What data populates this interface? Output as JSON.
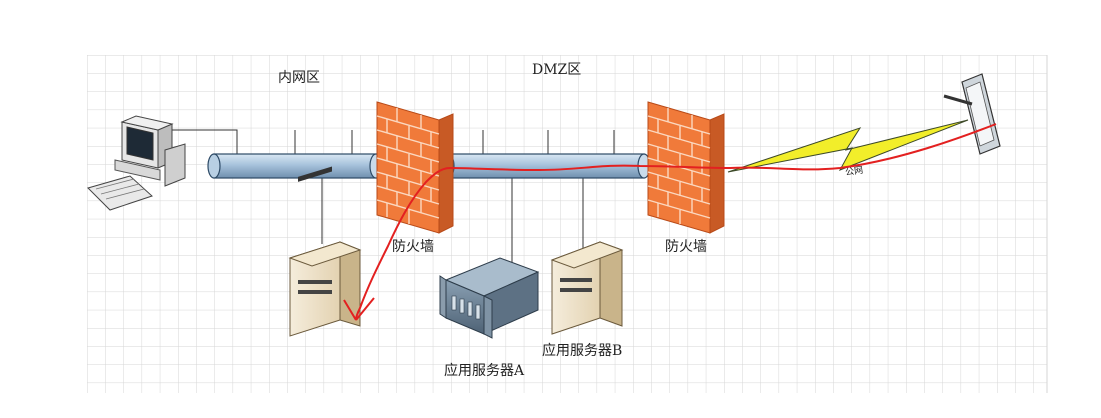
{
  "zones": {
    "intranet": "内网区",
    "dmz": "DMZ区"
  },
  "devices": {
    "firewall_inner": "防火墙",
    "firewall_outer": "防火墙",
    "app_server_a": "应用服务器A",
    "app_server_b": "应用服务器B"
  },
  "links": {
    "public_net": "公网"
  },
  "icons": [
    "desktop-computer-icon",
    "firewall-brick-icon",
    "tower-server-icon",
    "rack-server-icon",
    "tablet-device-icon",
    "lightning-link-icon"
  ],
  "colors": {
    "grid": "#d6d6d6",
    "pipe": "#a8c3dc",
    "pipe_stroke": "#2d4a66",
    "firewall": "#f07a3a",
    "mortar": "#fbd8c0",
    "annotation": "#e32020",
    "lightning": "#f2ee2a"
  }
}
